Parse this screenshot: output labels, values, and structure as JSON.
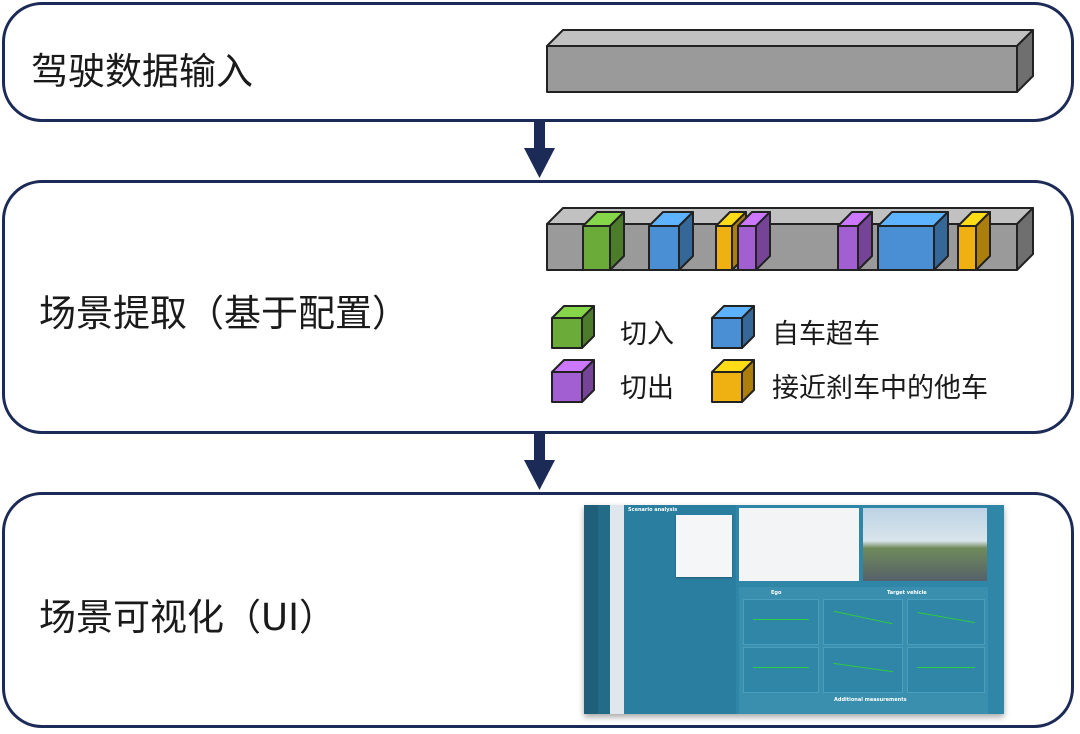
{
  "panels": {
    "input": {
      "title": "驾驶数据输入"
    },
    "extraction": {
      "title": "场景提取（基于配置）"
    },
    "visualization": {
      "title": "场景可视化（UI）"
    }
  },
  "legend": [
    {
      "label": "切入",
      "color": "#6aab3a"
    },
    {
      "label": "自车超车",
      "color": "#4a8fd4"
    },
    {
      "label": "切出",
      "color": "#a25fd1"
    },
    {
      "label": "接近刹车中的他车",
      "color": "#efb011"
    }
  ],
  "colors": {
    "border": "#1b2a57",
    "arrow": "#1b2a57",
    "bar": "#9a9a9a"
  },
  "screenshot": {
    "title": "Scenario analysis",
    "plots_left": "Ego",
    "plots_right": "Target vehicle",
    "bottom": "Additional measurements"
  }
}
